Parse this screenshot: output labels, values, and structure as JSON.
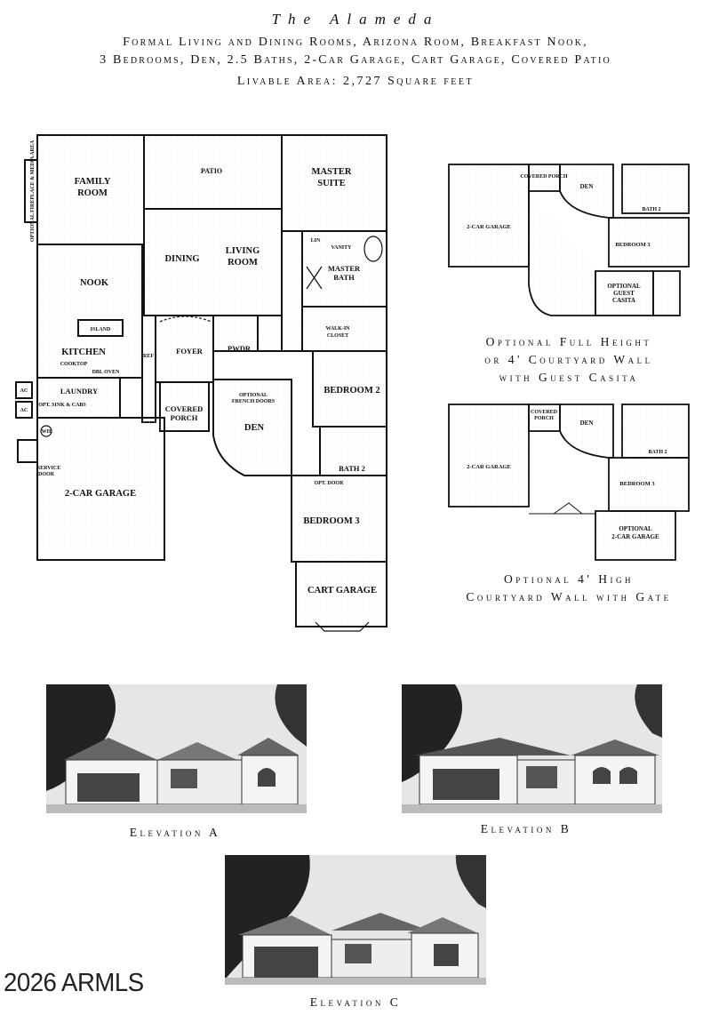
{
  "header": {
    "title": "The Alameda",
    "features_line1": "Formal Living and Dining Rooms, Arizona Room, Breakfast Nook,",
    "features_line2": "3 Bedrooms, Den, 2.5 Baths, 2-Car Garage, Cart Garage, Covered Patio",
    "livable_area": "Livable Area: 2,727 Square feet"
  },
  "main_plan": {
    "rooms": {
      "family_room_1": "FAMILY",
      "family_room_2": "ROOM",
      "patio": "PATIO",
      "master_suite_1": "MASTER",
      "master_suite_2": "SUITE",
      "dining": "DINING",
      "living_1": "LIVING",
      "living_2": "ROOM",
      "nook": "NOOK",
      "island": "ISLAND",
      "kitchen": "KITCHEN",
      "cooktop": "COOKTOP",
      "dbl_ovens": "DBL OVEN",
      "master_bath_1": "MASTER",
      "master_bath_2": "BATH",
      "lin": "LIN",
      "vanity": "VANITY",
      "walk_in_closet_1": "WALK-IN",
      "walk_in_closet_2": "CLOSET",
      "foyer": "FOYER",
      "pwdr": "PWDR",
      "ref": "REF",
      "laundry": "LAUNDRY",
      "sink_cabs": "OPT. SINK & CABS",
      "covered_porch_1": "COVERED",
      "covered_porch_2": "PORCH",
      "den": "DEN",
      "french_doors_1": "OPTIONAL",
      "french_doors_2": "FRENCH DOORS",
      "bedroom2": "BEDROOM 2",
      "bath2": "BATH 2",
      "opt_door": "OPT. DOOR",
      "bedroom3": "BEDROOM 3",
      "garage": "2-CAR GARAGE",
      "service_door_1": "SERVICE",
      "service_door_2": "DOOR",
      "wh": "WH",
      "cart_garage": "CART GARAGE",
      "ac1": "AC",
      "ac2": "AC",
      "fireplace": "OPTIONAL FIREPLACE & MEDIA AREA"
    }
  },
  "option_casita": {
    "rooms": {
      "covered_porch": "COVERED PORCH",
      "den": "DEN",
      "bath2": "BATH 2",
      "garage": "2-CAR GARAGE",
      "bedroom3": "BEDROOM 3",
      "casita_1": "OPTIONAL",
      "casita_2": "GUEST",
      "casita_3": "CASITA"
    },
    "caption_line1": "Optional Full Height",
    "caption_line2": "or 4' Courtyard Wall",
    "caption_line3": "with Guest Casita"
  },
  "option_gate": {
    "rooms": {
      "covered_porch_1": "COVERED",
      "covered_porch_2": "PORCH",
      "den": "DEN",
      "bath2": "BATH 2",
      "garage": "2-CAR GARAGE",
      "bedroom3": "BEDROOM 3",
      "opt_garage_1": "OPTIONAL",
      "opt_garage_2": "2-CAR GARAGE"
    },
    "caption_line1": "Optional 4' High",
    "caption_line2": "Courtyard Wall with Gate"
  },
  "elevations": {
    "a": "Elevation A",
    "b": "Elevation B",
    "c": "Elevation C"
  },
  "watermark": "2026 ARMLS"
}
